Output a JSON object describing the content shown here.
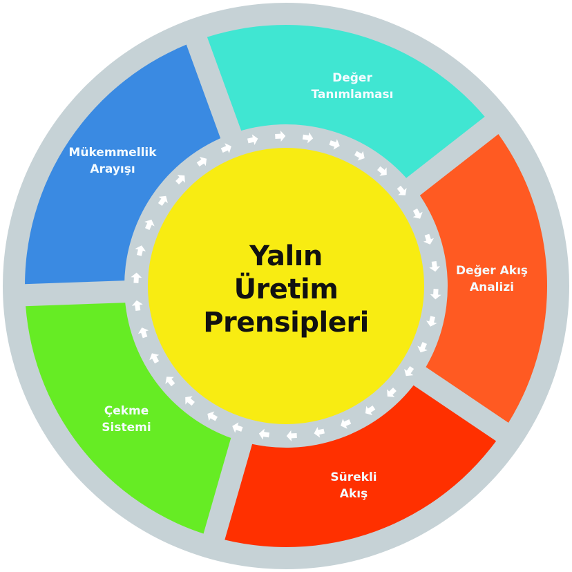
{
  "diagram": {
    "center": {
      "lines": [
        "Yalın",
        "Üretim",
        "Prensipleri"
      ],
      "color": "#f8ec12"
    },
    "segments": [
      {
        "id": "mukemmellik",
        "lines": [
          "Mükemmellik",
          "Arayışı"
        ],
        "color": "#3a8ae2",
        "start": 178,
        "end": 250
      },
      {
        "id": "deger-tanimlamasi",
        "lines": [
          "Değer",
          "Tanımlaması"
        ],
        "color": "#40e6d2",
        "start": 250,
        "end": 322
      },
      {
        "id": "deger-akis-analizi",
        "lines": [
          "Değer Akış",
          "Analizi"
        ],
        "color": "#ff5a22",
        "start": 322,
        "end": 394
      },
      {
        "id": "surekli-akis",
        "lines": [
          "Sürekli",
          "Akış"
        ],
        "color": "#ff3000",
        "start": 34,
        "end": 106
      },
      {
        "id": "cekme-sistemi",
        "lines": [
          "Çekme",
          "Sistemi"
        ],
        "color": "#66ec24",
        "start": 106,
        "end": 178
      }
    ],
    "ring_color": "#c6d2d6",
    "arrow_color": "#ffffff",
    "arrow_count": 34,
    "arrow_direction": "clockwise"
  }
}
